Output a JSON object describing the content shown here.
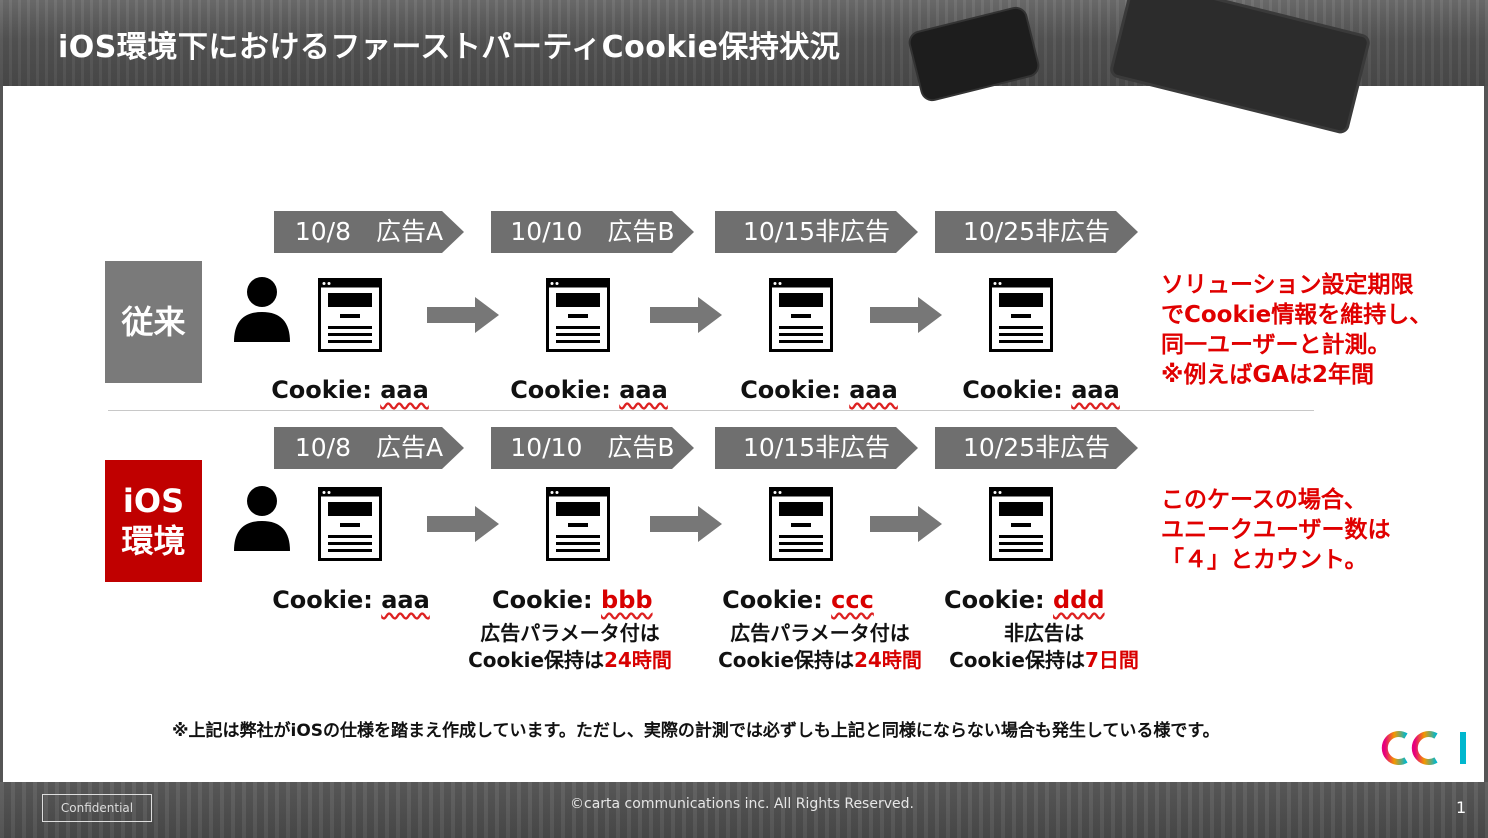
{
  "header": {
    "title": "iOS環境下におけるファーストパーティCookie保持状況"
  },
  "rows": [
    {
      "label": "従来",
      "label_color": "#7a7a7a",
      "steps": [
        "10/8　広告A",
        "10/10　広告B",
        "10/15非広告",
        "10/25非広告"
      ],
      "cookies": [
        {
          "prefix": "Cookie: ",
          "value": "aaa",
          "red": false
        },
        {
          "prefix": "Cookie: ",
          "value": "aaa",
          "red": false
        },
        {
          "prefix": "Cookie: ",
          "value": "aaa",
          "red": false
        },
        {
          "prefix": "Cookie: ",
          "value": "aaa",
          "red": false
        }
      ]
    },
    {
      "label": "iOS\n環境",
      "label_color": "#c00000",
      "steps": [
        "10/8　広告A",
        "10/10　広告B",
        "10/15非広告",
        "10/25非広告"
      ],
      "cookies": [
        {
          "prefix": "Cookie: ",
          "value": "aaa",
          "red": false
        },
        {
          "prefix": "Cookie: ",
          "value": "bbb",
          "red": true
        },
        {
          "prefix": "Cookie: ",
          "value": "ccc",
          "red": true
        },
        {
          "prefix": "Cookie: ",
          "value": "ddd",
          "red": true
        }
      ],
      "notes": [
        null,
        {
          "line1": "広告パラメータ付は",
          "line2_prefix": "Cookie保持は",
          "line2_red": "24時間"
        },
        {
          "line1": "広告パラメータ付は",
          "line2_prefix": "Cookie保持は",
          "line2_red": "24時間"
        },
        {
          "line1": "非広告は",
          "line2_prefix": "Cookie保持は",
          "line2_red": "7日間"
        }
      ]
    }
  ],
  "side_notes": {
    "top": [
      "ソリューション設定期限",
      "でCookie情報を維持し、",
      "同一ユーザーと計測。",
      "※例えばGAは2年間"
    ],
    "bottom": [
      "このケースの場合、",
      "ユニークユーザー数は",
      "「４」とカウント。"
    ]
  },
  "disclaimer": "※上記は弊社がiOSの仕様を踏まえ作成しています。ただし、実際の計測では必ずしも上記と同様にならない場合も発生している様です。",
  "footer": {
    "confidential": "Confidential",
    "copyright": "©carta communications inc. All Rights Reserved.",
    "page_number": "1"
  },
  "icons": {
    "user": "person-icon",
    "page": "webpage-icon",
    "arrow": "right-arrow-icon",
    "logo": "cci-logo"
  },
  "colors": {
    "chevron": "#6f6f6f",
    "accent_red": "#e00000",
    "label_gray": "#7a7a7a",
    "label_red": "#c00000"
  }
}
